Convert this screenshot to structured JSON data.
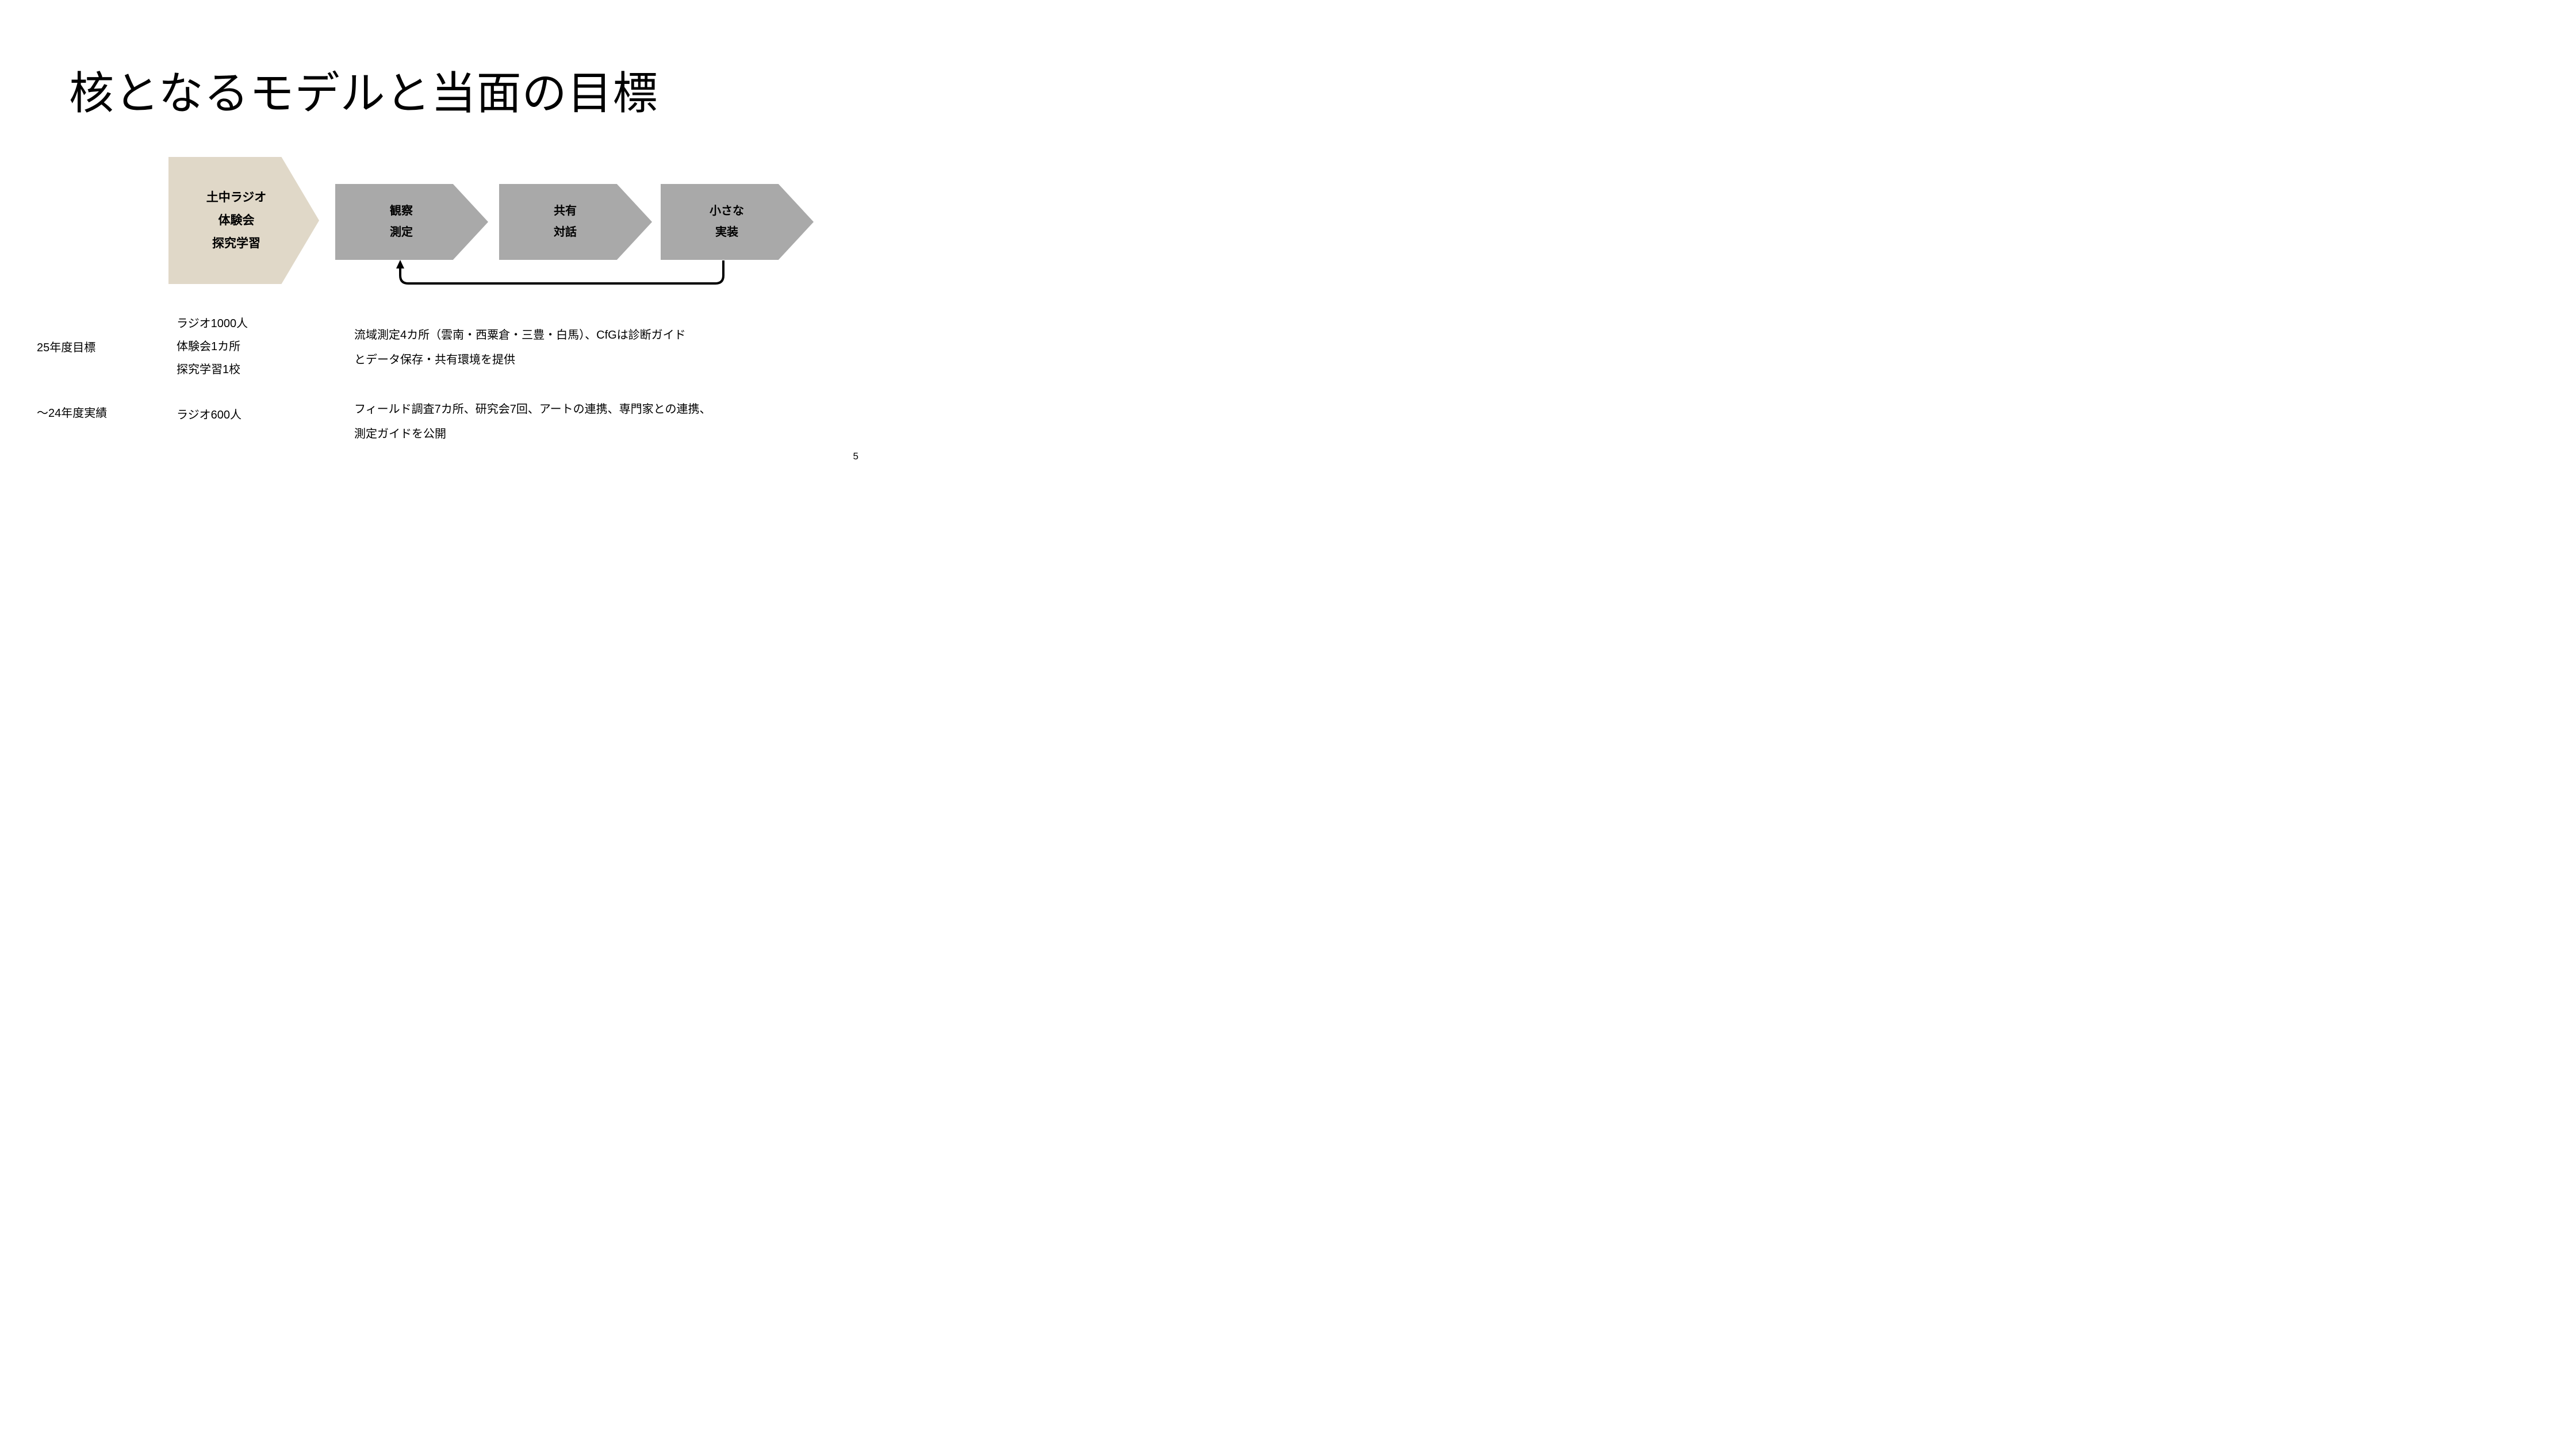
{
  "slide": {
    "title": "核となるモデルと当面の目標",
    "page_number": "5",
    "colors": {
      "entry_shape_fill": "#E0D8C8",
      "stage_shape_fill": "#A9A9A9",
      "text": "#000000",
      "background": "#FFFFFF"
    }
  },
  "diagram": {
    "entry": {
      "lines": [
        "土中ラジオ",
        "体験会",
        "探究学習"
      ]
    },
    "stages": [
      {
        "lines": [
          "観察",
          "測定"
        ]
      },
      {
        "lines": [
          "共有",
          "対話"
        ]
      },
      {
        "lines": [
          "小さな",
          "実装"
        ]
      }
    ]
  },
  "table": {
    "rows": [
      {
        "label": "25年度目標",
        "metrics": [
          "ラジオ1000人",
          "体験会1カ所",
          "探究学習1校"
        ],
        "description": [
          "流域測定4カ所（雲南・西粟倉・三豊・白馬）、CfGは診断ガイド",
          "とデータ保存・共有環境を提供"
        ]
      },
      {
        "label": "～24年度実績",
        "metrics": [
          "ラジオ600人"
        ],
        "description": [
          "フィールド調査7カ所、研究会7回、アートの連携、専門家との連携、",
          "測定ガイドを公開"
        ]
      }
    ]
  }
}
